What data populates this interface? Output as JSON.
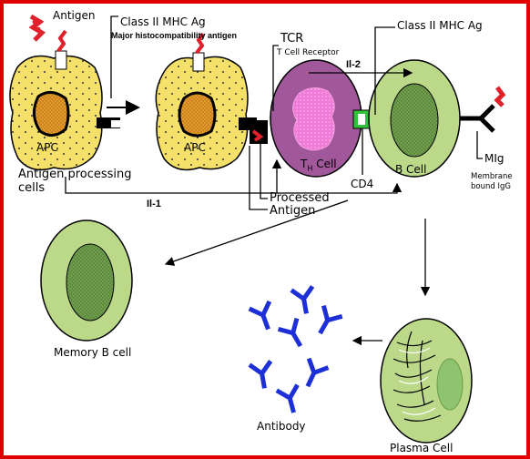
{
  "labels": {
    "antigen": "Antigen",
    "class2_mhc_left": "Class II MHC Ag",
    "major_histo": "Major histocompatibility antigen",
    "tcr": "TCR",
    "tcr_full": "T Cell Receptor",
    "class2_mhc_right": "Class II MHC Ag",
    "il2": "Il-2",
    "il1": "Il-1",
    "apc_left": "APC",
    "apc_mid": "APC",
    "th_cell_t": "T",
    "th_cell_h": "H",
    "th_cell_rest": "Cell",
    "b_cell": "B Cell",
    "antigen_processing": "Antigen processing",
    "cells": "cells",
    "processed": "Processed",
    "processed_antigen": "Antigen",
    "cd4": "CD4",
    "mig": "MIg",
    "membrane": "Membrane",
    "bound_igg": "bound IgG",
    "memory_b_cell": "Memory B cell",
    "antibody": "Antibody",
    "plasma_cell": "Plasma Cell"
  },
  "colors": {
    "border": "#e00000",
    "apc_fill": "#f5e16a",
    "nucleus_fill": "#e39a2a",
    "t_cell_fill": "#a0589a",
    "t_nucleus": "#f07ad8",
    "b_cell_fill": "#bcd98a",
    "b_nucleus": "#6f9a4a",
    "antibody": "#1d2fd6",
    "antigen": "#e0202a",
    "cd4": "#33c23b"
  }
}
